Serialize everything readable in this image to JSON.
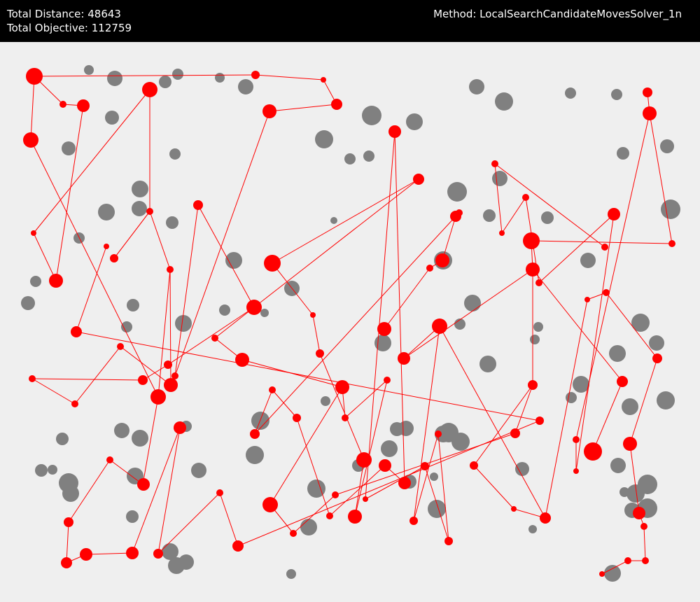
{
  "stats": {
    "total_distance_label": "Total Distance:",
    "total_distance": "48643",
    "total_objective_label": "Total Objective:",
    "total_objective": "112759"
  },
  "method": {
    "label": "Method:",
    "value": "LocalSearchCandidateMovesSolver_1n"
  },
  "colors": {
    "background": "#efefef",
    "header": "#000000",
    "header_text": "#ffffff",
    "selected_node": "#ff0000",
    "unselected_node": "#808080",
    "edge": "#ff0000"
  },
  "visualization": {
    "selected_nodes": [
      [
        49,
        109,
        12
      ],
      [
        90,
        149,
        5
      ],
      [
        119,
        151,
        9
      ],
      [
        44,
        200,
        11
      ],
      [
        214,
        128,
        11
      ],
      [
        214,
        302,
        5
      ],
      [
        48,
        333,
        4
      ],
      [
        80,
        401,
        10
      ],
      [
        152,
        352,
        4
      ],
      [
        163,
        369,
        6
      ],
      [
        109,
        474,
        8
      ],
      [
        243,
        385,
        5
      ],
      [
        172,
        495,
        5
      ],
      [
        46,
        541,
        5
      ],
      [
        107,
        577,
        5
      ],
      [
        204,
        543,
        7
      ],
      [
        226,
        567,
        11
      ],
      [
        244,
        550,
        10
      ],
      [
        240,
        521,
        6
      ],
      [
        250,
        537,
        5
      ],
      [
        283,
        293,
        7
      ],
      [
        307,
        483,
        5
      ],
      [
        363,
        439,
        11
      ],
      [
        389,
        376,
        12
      ],
      [
        447,
        450,
        4
      ],
      [
        457,
        505,
        6
      ],
      [
        346,
        514,
        10
      ],
      [
        365,
        107,
        6
      ],
      [
        385,
        159,
        10
      ],
      [
        462,
        114,
        4
      ],
      [
        481,
        149,
        8
      ],
      [
        564,
        188,
        9
      ],
      [
        598,
        256,
        8
      ],
      [
        549,
        470,
        10
      ],
      [
        577,
        512,
        9
      ],
      [
        628,
        466,
        11
      ],
      [
        651,
        309,
        8
      ],
      [
        656,
        304,
        5
      ],
      [
        632,
        372,
        10
      ],
      [
        614,
        383,
        5
      ],
      [
        489,
        553,
        10
      ],
      [
        493,
        597,
        5
      ],
      [
        553,
        543,
        5
      ],
      [
        389,
        557,
        5
      ],
      [
        424,
        597,
        6
      ],
      [
        364,
        620,
        7
      ],
      [
        257,
        611,
        9
      ],
      [
        157,
        657,
        5
      ],
      [
        205,
        692,
        9
      ],
      [
        98,
        746,
        7
      ],
      [
        95,
        804,
        8
      ],
      [
        123,
        792,
        9
      ],
      [
        189,
        790,
        9
      ],
      [
        226,
        791,
        7
      ],
      [
        314,
        704,
        5
      ],
      [
        340,
        780,
        8
      ],
      [
        386,
        721,
        11
      ],
      [
        419,
        762,
        5
      ],
      [
        471,
        737,
        5
      ],
      [
        479,
        707,
        5
      ],
      [
        507,
        738,
        10
      ],
      [
        520,
        657,
        11
      ],
      [
        522,
        713,
        4
      ],
      [
        550,
        665,
        9
      ],
      [
        578,
        690,
        9
      ],
      [
        591,
        744,
        6
      ],
      [
        607,
        666,
        6
      ],
      [
        626,
        620,
        5
      ],
      [
        641,
        773,
        6
      ],
      [
        677,
        665,
        6
      ],
      [
        734,
        727,
        4
      ],
      [
        779,
        740,
        8
      ],
      [
        736,
        619,
        7
      ],
      [
        771,
        601,
        6
      ],
      [
        761,
        550,
        7
      ],
      [
        761,
        385,
        10
      ],
      [
        759,
        344,
        12
      ],
      [
        707,
        234,
        5
      ],
      [
        717,
        333,
        4
      ],
      [
        751,
        282,
        5
      ],
      [
        770,
        404,
        5
      ],
      [
        823,
        628,
        5
      ],
      [
        823,
        673,
        4
      ],
      [
        847,
        645,
        13
      ],
      [
        889,
        545,
        8
      ],
      [
        900,
        634,
        10
      ],
      [
        939,
        512,
        7
      ],
      [
        864,
        353,
        5
      ],
      [
        839,
        428,
        4
      ],
      [
        866,
        418,
        5
      ],
      [
        877,
        306,
        9
      ],
      [
        928,
        162,
        10
      ],
      [
        925,
        132,
        7
      ],
      [
        960,
        348,
        5
      ],
      [
        913,
        733,
        9
      ],
      [
        920,
        752,
        5
      ],
      [
        922,
        801,
        5
      ],
      [
        897,
        801,
        5
      ],
      [
        860,
        820,
        4
      ]
    ],
    "edges": [
      [
        49,
        109,
        90,
        149
      ],
      [
        90,
        149,
        119,
        151
      ],
      [
        119,
        151,
        80,
        401
      ],
      [
        80,
        401,
        48,
        333
      ],
      [
        48,
        333,
        214,
        128
      ],
      [
        214,
        128,
        214,
        302
      ],
      [
        214,
        302,
        163,
        369
      ],
      [
        163,
        369,
        214,
        302
      ],
      [
        214,
        302,
        243,
        385
      ],
      [
        243,
        385,
        226,
        567
      ],
      [
        226,
        567,
        44,
        200
      ],
      [
        44,
        200,
        49,
        109
      ],
      [
        226,
        567,
        204,
        692
      ],
      [
        204,
        692,
        157,
        657
      ],
      [
        157,
        657,
        98,
        746
      ],
      [
        98,
        746,
        95,
        804
      ],
      [
        95,
        804,
        123,
        792
      ],
      [
        123,
        792,
        189,
        790
      ],
      [
        189,
        790,
        257,
        611
      ],
      [
        257,
        611,
        226,
        791
      ],
      [
        226,
        791,
        314,
        704
      ],
      [
        314,
        704,
        340,
        780
      ],
      [
        340,
        780,
        771,
        601
      ],
      [
        771,
        601,
        109,
        474
      ],
      [
        109,
        474,
        152,
        352
      ],
      [
        243,
        385,
        244,
        550
      ],
      [
        244,
        550,
        172,
        495
      ],
      [
        172,
        495,
        107,
        577
      ],
      [
        107,
        577,
        46,
        541
      ],
      [
        46,
        541,
        204,
        543
      ],
      [
        204,
        543,
        240,
        521
      ],
      [
        240,
        521,
        363,
        439
      ],
      [
        363,
        439,
        307,
        483
      ],
      [
        307,
        483,
        346,
        514
      ],
      [
        346,
        514,
        489,
        553
      ],
      [
        489,
        553,
        493,
        597
      ],
      [
        493,
        597,
        553,
        543
      ],
      [
        553,
        543,
        507,
        738
      ],
      [
        507,
        738,
        520,
        657
      ],
      [
        520,
        657,
        457,
        505
      ],
      [
        457,
        505,
        447,
        450
      ],
      [
        447,
        450,
        389,
        376
      ],
      [
        389,
        376,
        598,
        256
      ],
      [
        598,
        256,
        363,
        439
      ],
      [
        363,
        439,
        283,
        293
      ],
      [
        283,
        293,
        250,
        537
      ],
      [
        250,
        537,
        385,
        159
      ],
      [
        385,
        159,
        481,
        149
      ],
      [
        481,
        149,
        462,
        114
      ],
      [
        462,
        114,
        365,
        107
      ],
      [
        365,
        107,
        49,
        109
      ],
      [
        489,
        553,
        386,
        721
      ],
      [
        386,
        721,
        419,
        762
      ],
      [
        419,
        762,
        479,
        707
      ],
      [
        479,
        707,
        736,
        619
      ],
      [
        736,
        619,
        761,
        550
      ],
      [
        761,
        550,
        761,
        385
      ],
      [
        761,
        385,
        759,
        344
      ],
      [
        759,
        344,
        960,
        348
      ],
      [
        960,
        348,
        928,
        162
      ],
      [
        928,
        162,
        925,
        132
      ],
      [
        928,
        162,
        823,
        628
      ],
      [
        823,
        628,
        823,
        673
      ],
      [
        823,
        673,
        877,
        306
      ],
      [
        877,
        306,
        770,
        404
      ],
      [
        770,
        404,
        751,
        282
      ],
      [
        751,
        282,
        717,
        333
      ],
      [
        717,
        333,
        707,
        234
      ],
      [
        707,
        234,
        864,
        353
      ],
      [
        761,
        385,
        577,
        512
      ],
      [
        577,
        512,
        628,
        466
      ],
      [
        628,
        466,
        591,
        744
      ],
      [
        591,
        744,
        626,
        620
      ],
      [
        626,
        620,
        641,
        773
      ],
      [
        641,
        773,
        607,
        666
      ],
      [
        607,
        666,
        522,
        713
      ],
      [
        522,
        713,
        564,
        188
      ],
      [
        564,
        188,
        578,
        690
      ],
      [
        578,
        690,
        550,
        665
      ],
      [
        550,
        665,
        471,
        737
      ],
      [
        471,
        737,
        424,
        597
      ],
      [
        424,
        597,
        389,
        557
      ],
      [
        389,
        557,
        364,
        620
      ],
      [
        364,
        620,
        651,
        309
      ],
      [
        651,
        309,
        656,
        304
      ],
      [
        651,
        309,
        632,
        372
      ],
      [
        632,
        372,
        614,
        383
      ],
      [
        614,
        383,
        549,
        470
      ],
      [
        628,
        466,
        779,
        740
      ],
      [
        779,
        740,
        839,
        428
      ],
      [
        839,
        428,
        866,
        418
      ],
      [
        866,
        418,
        939,
        512
      ],
      [
        939,
        512,
        900,
        634
      ],
      [
        900,
        634,
        913,
        733
      ],
      [
        913,
        733,
        920,
        752
      ],
      [
        920,
        752,
        922,
        801
      ],
      [
        922,
        801,
        897,
        801
      ],
      [
        897,
        801,
        860,
        820
      ],
      [
        847,
        645,
        889,
        545
      ],
      [
        889,
        545,
        761,
        385
      ],
      [
        761,
        550,
        677,
        665
      ],
      [
        677,
        665,
        734,
        727
      ],
      [
        734,
        727,
        779,
        740
      ]
    ],
    "unselected_nodes": [
      [
        127,
        100,
        7
      ],
      [
        164,
        112,
        11
      ],
      [
        236,
        117,
        9
      ],
      [
        254,
        106,
        8
      ],
      [
        314,
        111,
        7
      ],
      [
        351,
        124,
        11
      ],
      [
        160,
        168,
        10
      ],
      [
        98,
        212,
        10
      ],
      [
        250,
        220,
        8
      ],
      [
        200,
        270,
        12
      ],
      [
        199,
        298,
        11
      ],
      [
        152,
        303,
        12
      ],
      [
        246,
        318,
        9
      ],
      [
        113,
        340,
        8
      ],
      [
        51,
        402,
        8
      ],
      [
        40,
        433,
        10
      ],
      [
        190,
        436,
        9
      ],
      [
        181,
        467,
        8
      ],
      [
        262,
        462,
        12
      ],
      [
        321,
        443,
        8
      ],
      [
        378,
        447,
        6
      ],
      [
        334,
        372,
        12
      ],
      [
        417,
        412,
        11
      ],
      [
        463,
        199,
        13
      ],
      [
        500,
        227,
        8
      ],
      [
        527,
        223,
        8
      ],
      [
        531,
        165,
        14
      ],
      [
        592,
        174,
        12
      ],
      [
        477,
        315,
        5
      ],
      [
        681,
        124,
        11
      ],
      [
        720,
        145,
        13
      ],
      [
        815,
        133,
        8
      ],
      [
        881,
        135,
        8
      ],
      [
        890,
        219,
        9
      ],
      [
        953,
        209,
        10
      ],
      [
        958,
        299,
        14
      ],
      [
        714,
        255,
        11
      ],
      [
        653,
        274,
        14
      ],
      [
        699,
        308,
        9
      ],
      [
        782,
        311,
        9
      ],
      [
        840,
        372,
        11
      ],
      [
        633,
        372,
        13
      ],
      [
        675,
        433,
        12
      ],
      [
        657,
        463,
        8
      ],
      [
        769,
        467,
        7
      ],
      [
        764,
        485,
        7
      ],
      [
        915,
        461,
        13
      ],
      [
        938,
        490,
        11
      ],
      [
        882,
        505,
        12
      ],
      [
        697,
        520,
        12
      ],
      [
        547,
        490,
        12
      ],
      [
        830,
        549,
        12
      ],
      [
        816,
        568,
        8
      ],
      [
        900,
        581,
        12
      ],
      [
        951,
        572,
        13
      ],
      [
        465,
        573,
        7
      ],
      [
        372,
        601,
        13
      ],
      [
        266,
        609,
        8
      ],
      [
        174,
        615,
        11
      ],
      [
        200,
        626,
        12
      ],
      [
        89,
        627,
        9
      ],
      [
        59,
        672,
        9
      ],
      [
        75,
        671,
        7
      ],
      [
        98,
        690,
        14
      ],
      [
        101,
        705,
        12
      ],
      [
        193,
        680,
        12
      ],
      [
        284,
        672,
        11
      ],
      [
        364,
        650,
        13
      ],
      [
        567,
        613,
        10
      ],
      [
        580,
        612,
        11
      ],
      [
        633,
        620,
        12
      ],
      [
        641,
        618,
        14
      ],
      [
        658,
        631,
        13
      ],
      [
        556,
        641,
        12
      ],
      [
        512,
        665,
        9
      ],
      [
        585,
        688,
        10
      ],
      [
        620,
        681,
        6
      ],
      [
        746,
        670,
        10
      ],
      [
        883,
        665,
        11
      ],
      [
        892,
        703,
        7
      ],
      [
        925,
        692,
        14
      ],
      [
        908,
        705,
        13
      ],
      [
        925,
        726,
        14
      ],
      [
        903,
        729,
        11
      ],
      [
        452,
        698,
        13
      ],
      [
        441,
        753,
        12
      ],
      [
        624,
        727,
        13
      ],
      [
        189,
        738,
        9
      ],
      [
        243,
        788,
        12
      ],
      [
        252,
        808,
        12
      ],
      [
        266,
        803,
        11
      ],
      [
        416,
        820,
        7
      ],
      [
        761,
        756,
        6
      ],
      [
        875,
        819,
        12
      ]
    ]
  }
}
